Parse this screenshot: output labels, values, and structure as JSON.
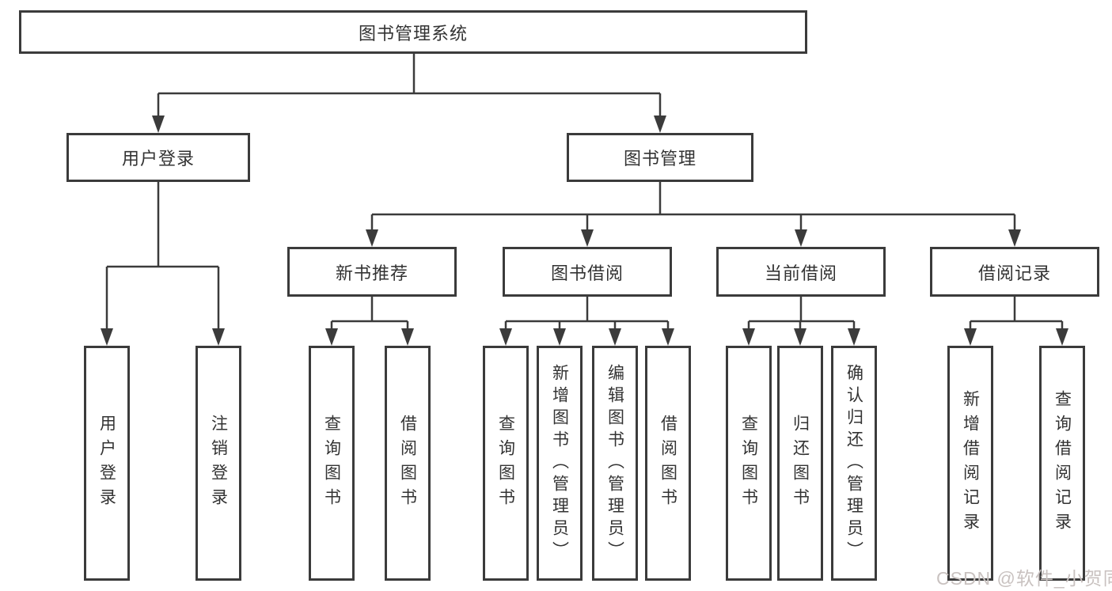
{
  "tree": {
    "root": {
      "label": "图书管理系统"
    },
    "level1": [
      {
        "label": "用户登录"
      },
      {
        "label": "图书管理"
      }
    ],
    "level2": [
      {
        "label": "新书推荐"
      },
      {
        "label": "图书借阅"
      },
      {
        "label": "当前借阅"
      },
      {
        "label": "借阅记录"
      }
    ],
    "leaves": [
      {
        "label": "用户登录",
        "parent": "用户登录"
      },
      {
        "label": "注销登录",
        "parent": "用户登录"
      },
      {
        "label": "查询图书",
        "parent": "新书推荐"
      },
      {
        "label": "借阅图书",
        "parent": "新书推荐"
      },
      {
        "label": "查询图书",
        "parent": "图书借阅"
      },
      {
        "label": "新增图书（管理员）",
        "parent": "图书借阅"
      },
      {
        "label": "编辑图书（管理员）",
        "parent": "图书借阅"
      },
      {
        "label": "借阅图书",
        "parent": "图书借阅"
      },
      {
        "label": "查询图书",
        "parent": "当前借阅"
      },
      {
        "label": "归还图书",
        "parent": "当前借阅"
      },
      {
        "label": "确认归还（管理员）",
        "parent": "当前借阅"
      },
      {
        "label": "新增借阅记录",
        "parent": "借阅记录"
      },
      {
        "label": "查询借阅记录",
        "parent": "借阅记录"
      }
    ]
  },
  "watermark": "CSDN @软件_小贺同学",
  "colors": {
    "line": "#3b3b3b",
    "box_border": "#3b3b3b",
    "text": "#333333",
    "watermark": "#c9c2c0",
    "background": "#ffffff"
  }
}
